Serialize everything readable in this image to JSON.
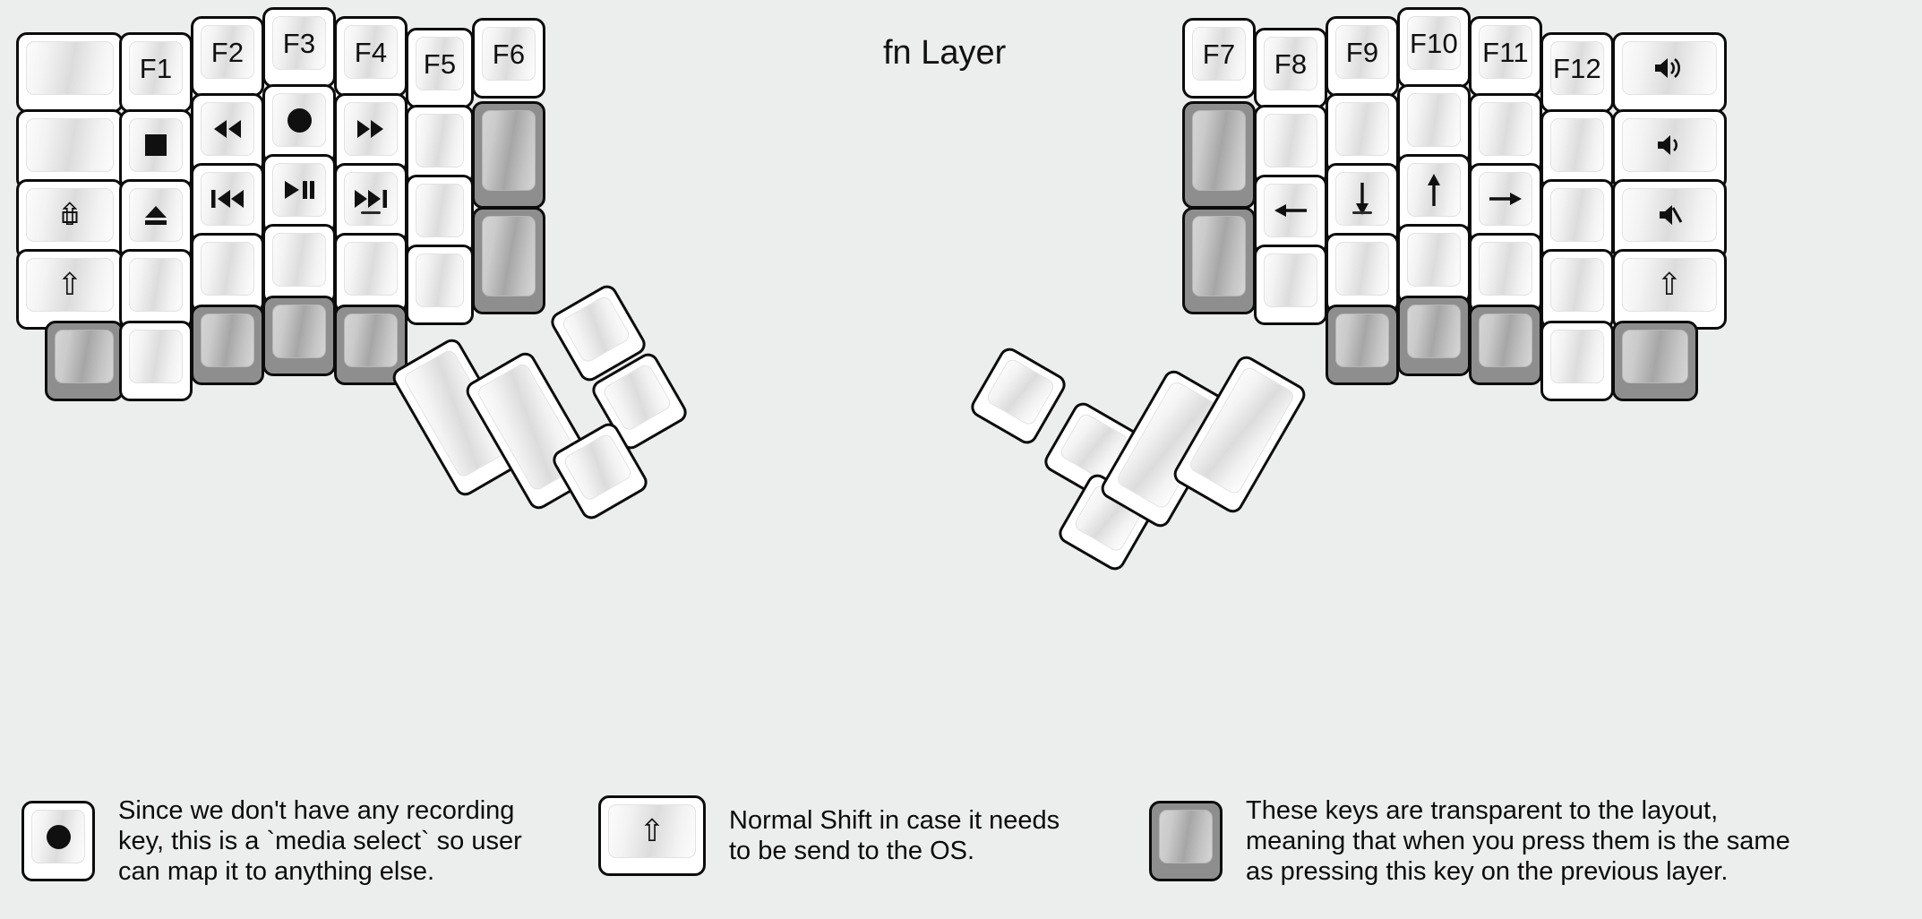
{
  "title": "fn Layer",
  "colors": {
    "background": "#eceded",
    "key_face": "#ffffff",
    "key_outline": "#0c0c0c",
    "transparent_key": "#8e8e8e",
    "text": "#101010"
  },
  "left_half": {
    "columns": [
      {
        "name": "pinky-outer",
        "keys": [
          {
            "id": "l-c0-r0",
            "label": "",
            "icon": "",
            "type": "blank",
            "width": "1.5u"
          },
          {
            "id": "l-c0-r1",
            "label": "",
            "icon": "",
            "type": "blank",
            "width": "1.5u"
          },
          {
            "id": "l-c0-r2",
            "label": "",
            "icon": "caps-lock-icon",
            "type": "glyph",
            "width": "1.5u"
          },
          {
            "id": "l-c0-r3",
            "label": "",
            "icon": "shift-icon",
            "type": "glyph",
            "width": "1.5u"
          },
          {
            "id": "l-c0-r4",
            "label": "",
            "icon": "",
            "type": "transparent",
            "width": "1u"
          }
        ]
      },
      {
        "name": "pinky",
        "keys": [
          {
            "id": "l-c1-r0",
            "label": "F1",
            "icon": "",
            "type": "text"
          },
          {
            "id": "l-c1-r1",
            "label": "",
            "icon": "media-stop-icon",
            "type": "glyph"
          },
          {
            "id": "l-c1-r2",
            "label": "",
            "icon": "media-eject-icon",
            "type": "glyph"
          },
          {
            "id": "l-c1-r3",
            "label": "",
            "icon": "",
            "type": "blank"
          },
          {
            "id": "l-c1-r4",
            "label": "",
            "icon": "",
            "type": "blank"
          }
        ]
      },
      {
        "name": "ring",
        "keys": [
          {
            "id": "l-c2-r0",
            "label": "F2",
            "icon": "",
            "type": "text"
          },
          {
            "id": "l-c2-r1",
            "label": "",
            "icon": "media-rewind-icon",
            "type": "glyph"
          },
          {
            "id": "l-c2-r2",
            "label": "",
            "icon": "media-prev-track-icon",
            "type": "glyph"
          },
          {
            "id": "l-c2-r3",
            "label": "",
            "icon": "",
            "type": "blank"
          },
          {
            "id": "l-c2-r4",
            "label": "",
            "icon": "",
            "type": "transparent"
          }
        ]
      },
      {
        "name": "middle",
        "keys": [
          {
            "id": "l-c3-r0",
            "label": "F3",
            "icon": "",
            "type": "text"
          },
          {
            "id": "l-c3-r1",
            "label": "",
            "icon": "media-record-icon",
            "type": "glyph"
          },
          {
            "id": "l-c3-r2",
            "label": "",
            "icon": "media-play-pause-icon",
            "type": "glyph"
          },
          {
            "id": "l-c3-r3",
            "label": "",
            "icon": "",
            "type": "blank"
          },
          {
            "id": "l-c3-r4",
            "label": "",
            "icon": "",
            "type": "transparent"
          }
        ]
      },
      {
        "name": "index",
        "keys": [
          {
            "id": "l-c4-r0",
            "label": "F4",
            "icon": "",
            "type": "text"
          },
          {
            "id": "l-c4-r1",
            "label": "",
            "icon": "media-fast-forward-icon",
            "type": "glyph"
          },
          {
            "id": "l-c4-r2",
            "label": "",
            "icon": "media-next-track-icon",
            "type": "glyph",
            "has_dash": true
          },
          {
            "id": "l-c4-r3",
            "label": "",
            "icon": "",
            "type": "blank"
          },
          {
            "id": "l-c4-r4",
            "label": "",
            "icon": "",
            "type": "transparent"
          }
        ]
      },
      {
        "name": "inner",
        "keys": [
          {
            "id": "l-c5-r0",
            "label": "F5",
            "icon": "",
            "type": "text"
          },
          {
            "id": "l-c5-r1",
            "label": "",
            "icon": "",
            "type": "blank"
          },
          {
            "id": "l-c5-r2",
            "label": "",
            "icon": "",
            "type": "blank"
          },
          {
            "id": "l-c5-r3",
            "label": "",
            "icon": "",
            "type": "blank"
          }
        ]
      },
      {
        "name": "inner-most",
        "keys": [
          {
            "id": "l-c6-r0",
            "label": "F6",
            "icon": "",
            "type": "text"
          },
          {
            "id": "l-c6-r1",
            "label": "",
            "icon": "",
            "type": "transparent",
            "height": "1.5u"
          },
          {
            "id": "l-c6-r2",
            "label": "",
            "icon": "",
            "type": "transparent",
            "height": "1.5u"
          }
        ]
      }
    ],
    "thumb_cluster": [
      {
        "id": "l-t0",
        "label": "",
        "icon": "",
        "type": "blank",
        "size": "2u-tall"
      },
      {
        "id": "l-t1",
        "label": "",
        "icon": "",
        "type": "blank",
        "size": "2u-tall"
      },
      {
        "id": "l-t2",
        "label": "",
        "icon": "",
        "type": "blank",
        "size": "1u"
      },
      {
        "id": "l-t3",
        "label": "",
        "icon": "",
        "type": "blank",
        "size": "1u"
      },
      {
        "id": "l-t4",
        "label": "",
        "icon": "",
        "type": "blank",
        "size": "1u"
      }
    ]
  },
  "right_half": {
    "columns": [
      {
        "name": "inner-most",
        "keys": [
          {
            "id": "r-c0-r0",
            "label": "F7",
            "icon": "",
            "type": "text"
          },
          {
            "id": "r-c0-r1",
            "label": "",
            "icon": "",
            "type": "transparent",
            "height": "1.5u"
          },
          {
            "id": "r-c0-r2",
            "label": "",
            "icon": "",
            "type": "transparent",
            "height": "1.5u"
          }
        ]
      },
      {
        "name": "inner",
        "keys": [
          {
            "id": "r-c1-r0",
            "label": "F8",
            "icon": "",
            "type": "text"
          },
          {
            "id": "r-c1-r1",
            "label": "",
            "icon": "",
            "type": "blank"
          },
          {
            "id": "r-c1-r2",
            "label": "",
            "icon": "arrow-left-icon",
            "type": "glyph"
          },
          {
            "id": "r-c1-r3",
            "label": "",
            "icon": "",
            "type": "blank"
          }
        ]
      },
      {
        "name": "index",
        "keys": [
          {
            "id": "r-c2-r0",
            "label": "F9",
            "icon": "",
            "type": "text"
          },
          {
            "id": "r-c2-r1",
            "label": "",
            "icon": "",
            "type": "blank"
          },
          {
            "id": "r-c2-r2",
            "label": "",
            "icon": "arrow-down-icon",
            "type": "glyph",
            "has_dash": true
          },
          {
            "id": "r-c2-r3",
            "label": "",
            "icon": "",
            "type": "blank"
          },
          {
            "id": "r-c2-r4",
            "label": "",
            "icon": "",
            "type": "transparent"
          }
        ]
      },
      {
        "name": "middle",
        "keys": [
          {
            "id": "r-c3-r0",
            "label": "F10",
            "icon": "",
            "type": "text"
          },
          {
            "id": "r-c3-r1",
            "label": "",
            "icon": "",
            "type": "blank"
          },
          {
            "id": "r-c3-r2",
            "label": "",
            "icon": "arrow-up-icon",
            "type": "glyph"
          },
          {
            "id": "r-c3-r3",
            "label": "",
            "icon": "",
            "type": "blank"
          },
          {
            "id": "r-c3-r4",
            "label": "",
            "icon": "",
            "type": "transparent"
          }
        ]
      },
      {
        "name": "ring",
        "keys": [
          {
            "id": "r-c4-r0",
            "label": "F11",
            "icon": "",
            "type": "text"
          },
          {
            "id": "r-c4-r1",
            "label": "",
            "icon": "",
            "type": "blank"
          },
          {
            "id": "r-c4-r2",
            "label": "",
            "icon": "arrow-right-icon",
            "type": "glyph"
          },
          {
            "id": "r-c4-r3",
            "label": "",
            "icon": "",
            "type": "blank"
          },
          {
            "id": "r-c4-r4",
            "label": "",
            "icon": "",
            "type": "transparent"
          }
        ]
      },
      {
        "name": "pinky",
        "keys": [
          {
            "id": "r-c5-r0",
            "label": "F12",
            "icon": "",
            "type": "text"
          },
          {
            "id": "r-c5-r1",
            "label": "",
            "icon": "",
            "type": "blank"
          },
          {
            "id": "r-c5-r2",
            "label": "",
            "icon": "",
            "type": "blank"
          },
          {
            "id": "r-c5-r3",
            "label": "",
            "icon": "",
            "type": "blank"
          },
          {
            "id": "r-c5-r4",
            "label": "",
            "icon": "",
            "type": "blank"
          }
        ]
      },
      {
        "name": "pinky-outer",
        "keys": [
          {
            "id": "r-c6-r0",
            "label": "",
            "icon": "volume-up-icon",
            "type": "glyph"
          },
          {
            "id": "r-c6-r1",
            "label": "",
            "icon": "volume-down-icon",
            "type": "glyph"
          },
          {
            "id": "r-c6-r2",
            "label": "",
            "icon": "volume-mute-icon",
            "type": "glyph"
          },
          {
            "id": "r-c6-r3",
            "label": "",
            "icon": "shift-icon",
            "type": "glyph"
          },
          {
            "id": "r-c6-r4",
            "label": "",
            "icon": "",
            "type": "transparent"
          }
        ]
      }
    ],
    "thumb_cluster": [
      {
        "id": "r-t0",
        "label": "",
        "icon": "",
        "type": "blank",
        "size": "1u"
      },
      {
        "id": "r-t1",
        "label": "",
        "icon": "",
        "type": "blank",
        "size": "1u"
      },
      {
        "id": "r-t2",
        "label": "",
        "icon": "",
        "type": "blank",
        "size": "1u"
      },
      {
        "id": "r-t3",
        "label": "",
        "icon": "",
        "type": "blank",
        "size": "2u-tall"
      },
      {
        "id": "r-t4",
        "label": "",
        "icon": "",
        "type": "blank",
        "size": "2u-tall"
      }
    ]
  },
  "legend": [
    {
      "id": "legend-media-select",
      "key_icon": "media-record-icon",
      "key_type": "normal",
      "text": "Since we don't have any recording\nkey, this is a `media select` so user\ncan map it to anything else."
    },
    {
      "id": "legend-normal-shift",
      "key_icon": "shift-icon",
      "key_type": "normal",
      "text": "Normal Shift in case it needs\nto be send to the OS."
    },
    {
      "id": "legend-transparent",
      "key_icon": "",
      "key_type": "transparent",
      "text": "These keys are transparent to the layout,\nmeaning that when you press them is the same\nas pressing this key on the previous layer."
    }
  ]
}
